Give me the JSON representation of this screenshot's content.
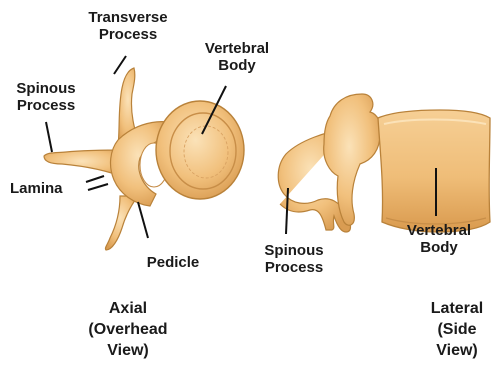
{
  "axial": {
    "labels": {
      "transverse_process": "Transverse\nProcess",
      "vertebral_body": "Vertebral\nBody",
      "spinous_process": "Spinous\nProcess",
      "lamina": "Lamina",
      "pedicle": "Pedicle"
    },
    "caption": "Axial\n(Overhead\nView)"
  },
  "lateral": {
    "labels": {
      "spinous_process": "Spinous\nProcess",
      "vertebral_body": "Vertebral\nBody"
    },
    "caption": "Lateral\n(Side\nView)"
  },
  "colors": {
    "bone_fill": "#f1c07c",
    "bone_light": "#f9dcae",
    "bone_outline": "#b9823a",
    "leader_line": "#111111"
  }
}
